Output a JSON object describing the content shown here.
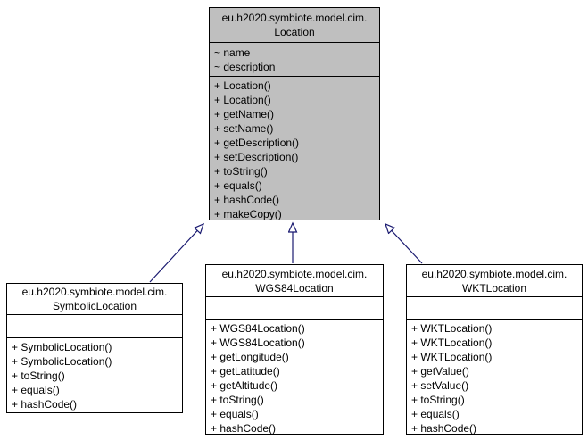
{
  "diagram": {
    "type": "uml-class-inheritance-diagram",
    "background_color": "#ffffff",
    "box_border_color": "#000000",
    "highlight_fill": "#bfbfbf",
    "arrow_color": "#191970",
    "classes": {
      "location": {
        "title_lines": [
          "eu.h2020.symbiote.model.cim.",
          "Location"
        ],
        "attributes": [
          "~ name",
          "~ description"
        ],
        "methods": [
          "+ Location()",
          "+ Location()",
          "+ getName()",
          "+ setName()",
          "+ getDescription()",
          "+ setDescription()",
          "+ toString()",
          "+ equals()",
          "+ hashCode()",
          "+ makeCopy()"
        ]
      },
      "symbolic_location": {
        "title_lines": [
          "eu.h2020.symbiote.model.cim.",
          "SymbolicLocation"
        ],
        "attributes": [],
        "methods": [
          "+ SymbolicLocation()",
          "+ SymbolicLocation()",
          "+ toString()",
          "+ equals()",
          "+ hashCode()"
        ]
      },
      "wgs84_location": {
        "title_lines": [
          "eu.h2020.symbiote.model.cim.",
          "WGS84Location"
        ],
        "attributes": [],
        "methods": [
          "+ WGS84Location()",
          "+ WGS84Location()",
          "+ getLongitude()",
          "+ getLatitude()",
          "+ getAltitude()",
          "+ toString()",
          "+ equals()",
          "+ hashCode()"
        ]
      },
      "wkt_location": {
        "title_lines": [
          "eu.h2020.symbiote.model.cim.",
          "WKTLocation"
        ],
        "attributes": [],
        "methods": [
          "+ WKTLocation()",
          "+ WKTLocation()",
          "+ WKTLocation()",
          "+ getValue()",
          "+ setValue()",
          "+ toString()",
          "+ equals()",
          "+ hashCode()"
        ]
      }
    },
    "relationships": [
      {
        "type": "inheritance",
        "from": "eu.h2020.symbiote.model.cim.SymbolicLocation",
        "to": "eu.h2020.symbiote.model.cim.Location"
      },
      {
        "type": "inheritance",
        "from": "eu.h2020.symbiote.model.cim.WGS84Location",
        "to": "eu.h2020.symbiote.model.cim.Location"
      },
      {
        "type": "inheritance",
        "from": "eu.h2020.symbiote.model.cim.WKTLocation",
        "to": "eu.h2020.symbiote.model.cim.Location"
      }
    ]
  }
}
